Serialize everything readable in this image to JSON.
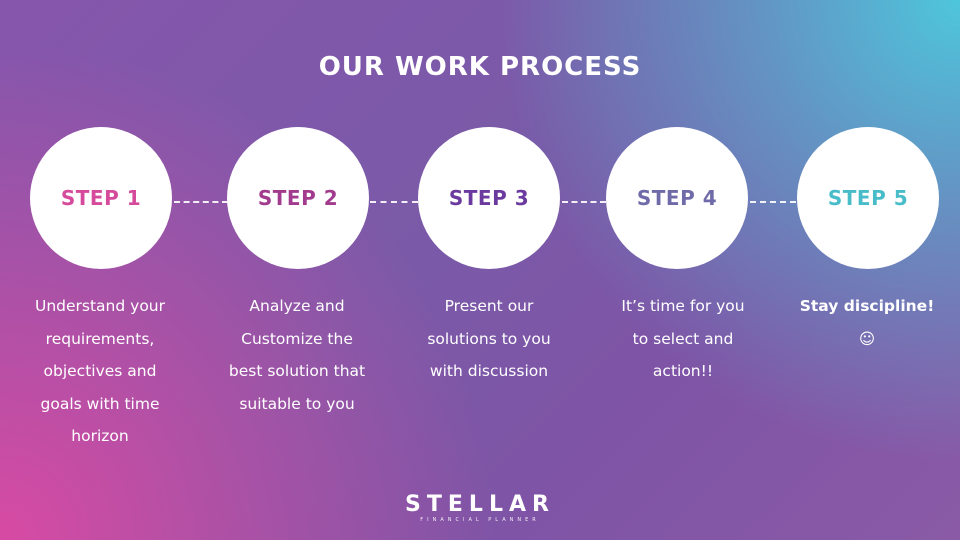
{
  "title": "OUR WORK PROCESS",
  "steps": [
    {
      "label": "STEP 1",
      "color": "#d64a9c",
      "description": "Understand your\nrequirements,\nobjectives and\ngoals with time\nhorizon"
    },
    {
      "label": "STEP 2",
      "color": "#a23b8e",
      "description": "Analyze and\nCustomize the\nbest solution that\nsuitable to you"
    },
    {
      "label": "STEP 3",
      "color": "#6a3a9e",
      "description": "Present our\nsolutions to you\nwith discussion"
    },
    {
      "label": "STEP 4",
      "color": "#6f6ba9",
      "description": "It’s time for you\nto select and\naction!!"
    },
    {
      "label": "STEP 5",
      "color": "#49bcc9",
      "description": "Stay discipline!\n☺"
    }
  ],
  "logo": {
    "name": "STELLAR",
    "tagline": "FINANCIAL PLANNER"
  }
}
